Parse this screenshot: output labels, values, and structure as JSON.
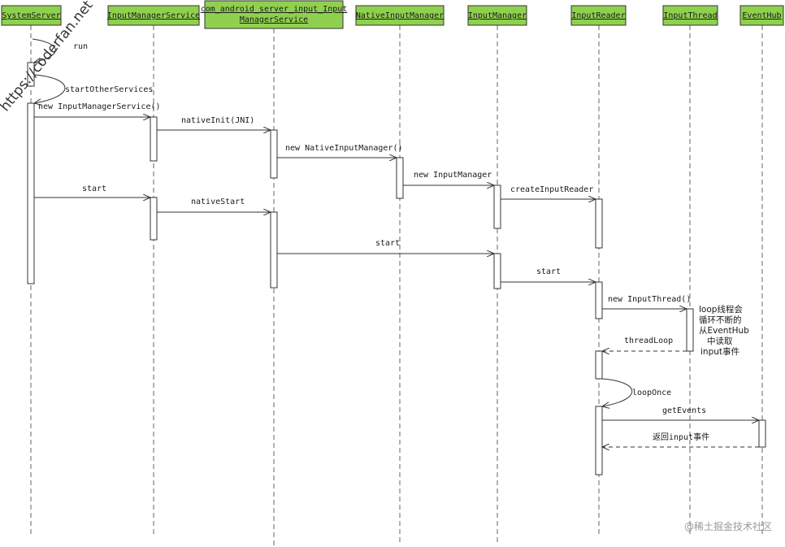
{
  "colors": {
    "participant_fill": "#8fd14f",
    "participant_stroke": "#333333",
    "line": "#333333",
    "lifeline": "#666666",
    "text": "#1a1a1a"
  },
  "participants": [
    {
      "id": "ss",
      "lines": [
        "SystemServer"
      ]
    },
    {
      "id": "ims",
      "lines": [
        "InputManagerService"
      ]
    },
    {
      "id": "jni",
      "lines": [
        "com_android_server_input_Input",
        "ManagerService"
      ]
    },
    {
      "id": "nim",
      "lines": [
        "NativeInputManager"
      ]
    },
    {
      "id": "im",
      "lines": [
        "InputManager"
      ]
    },
    {
      "id": "ir",
      "lines": [
        "InputReader"
      ]
    },
    {
      "id": "it",
      "lines": [
        "InputThread"
      ]
    },
    {
      "id": "eh",
      "lines": [
        "EventHub"
      ]
    }
  ],
  "messages": [
    {
      "from": "ss",
      "to": "ss",
      "label": "run",
      "kind": "self"
    },
    {
      "from": "ss",
      "to": "ss",
      "label": "startOtherServices",
      "kind": "self"
    },
    {
      "from": "ss",
      "to": "ims",
      "label": "new InputManagerService()",
      "kind": "call"
    },
    {
      "from": "ims",
      "to": "jni",
      "label": "nativeInit(JNI)",
      "kind": "call"
    },
    {
      "from": "jni",
      "to": "nim",
      "label": "new NativeInputManager()",
      "kind": "call"
    },
    {
      "from": "nim",
      "to": "im",
      "label": "new InputManager",
      "kind": "call"
    },
    {
      "from": "im",
      "to": "ir",
      "label": "createInputReader",
      "kind": "call"
    },
    {
      "from": "ss",
      "to": "ims",
      "label": "start",
      "kind": "call"
    },
    {
      "from": "ims",
      "to": "jni",
      "label": "nativeStart",
      "kind": "call"
    },
    {
      "from": "jni",
      "to": "im",
      "label": "start",
      "kind": "call"
    },
    {
      "from": "im",
      "to": "ir",
      "label": "start",
      "kind": "call"
    },
    {
      "from": "ir",
      "to": "it",
      "label": "new InputThread()",
      "kind": "call"
    },
    {
      "from": "it",
      "to": "ir",
      "label": "threadLoop",
      "kind": "return"
    },
    {
      "from": "ir",
      "to": "ir",
      "label": "loopOnce",
      "kind": "self"
    },
    {
      "from": "ir",
      "to": "eh",
      "label": "getEvents",
      "kind": "call"
    },
    {
      "from": "eh",
      "to": "ir",
      "label": "返回input事件",
      "kind": "return"
    }
  ],
  "note": {
    "lines": [
      "loop线程会",
      "循环不断的",
      "从EventHub",
      "中读取",
      "input事件"
    ]
  },
  "watermark": "https://coderfan.net",
  "footer": "@稀土掘金技术社区"
}
